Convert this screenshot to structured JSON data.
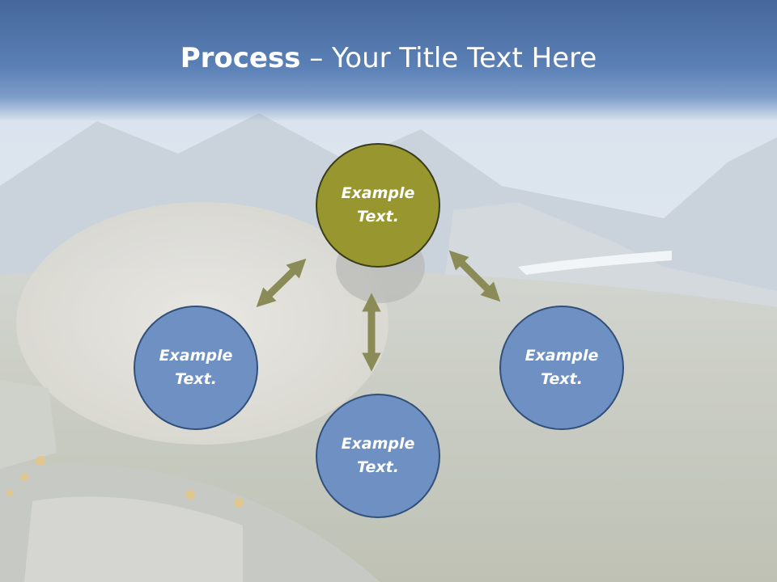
{
  "slide": {
    "title_bold": "Process",
    "title_rest": " – Your Title Text Here"
  },
  "diagram": {
    "nodes": [
      {
        "label": "Example\nText.",
        "color": "#98972f"
      },
      {
        "label": "Example\nText.",
        "color": "#6e90c2"
      },
      {
        "label": "Example\nText.",
        "color": "#6e90c2"
      },
      {
        "label": "Example\nText.",
        "color": "#6e90c2"
      }
    ],
    "arrow_color": "#8a8b57"
  }
}
